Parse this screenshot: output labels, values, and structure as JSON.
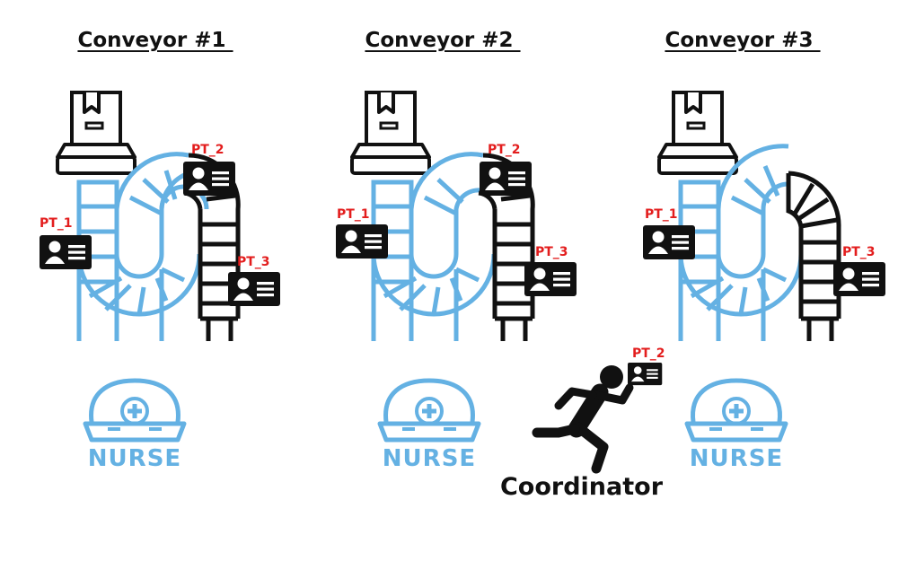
{
  "conveyors": [
    {
      "title": "Conveyor #1 ",
      "tags": [
        "PT_1",
        "PT_2",
        "PT_3"
      ],
      "nurse_label": "NURSE"
    },
    {
      "title": "Conveyor #2 ",
      "tags": [
        "PT_1",
        "PT_2",
        "PT_3"
      ],
      "nurse_label": "NURSE"
    },
    {
      "title": "Conveyor #3 ",
      "tags": [
        "PT_1",
        "PT_3"
      ],
      "nurse_label": "NURSE"
    }
  ],
  "coordinator": {
    "label": "Coordinator",
    "tag": "PT_2"
  },
  "colors": {
    "belt_blue": "#64b1e3",
    "belt_black": "#111111",
    "tag_red": "#e31d1d"
  },
  "icons": [
    "box-on-scale-icon",
    "id-card-icon",
    "nurse-cap-icon",
    "running-person-icon"
  ]
}
